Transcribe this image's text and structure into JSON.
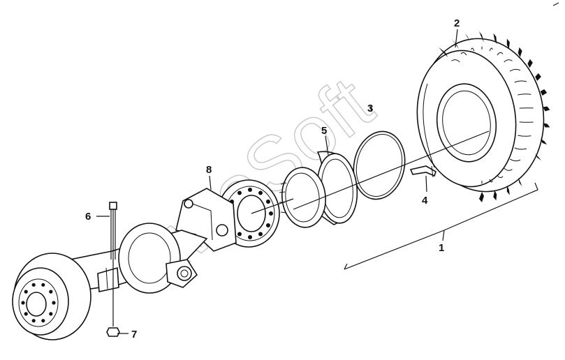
{
  "watermark": {
    "text": "AvtoSoft"
  },
  "callouts": {
    "c1": "1",
    "c2": "2",
    "c3": "3",
    "c4": "4",
    "c5": "5",
    "c6": "6",
    "c7": "7",
    "c8": "8"
  },
  "colors": {
    "line": "#111111",
    "background": "#ffffff",
    "watermark": "#9a9a9a"
  }
}
